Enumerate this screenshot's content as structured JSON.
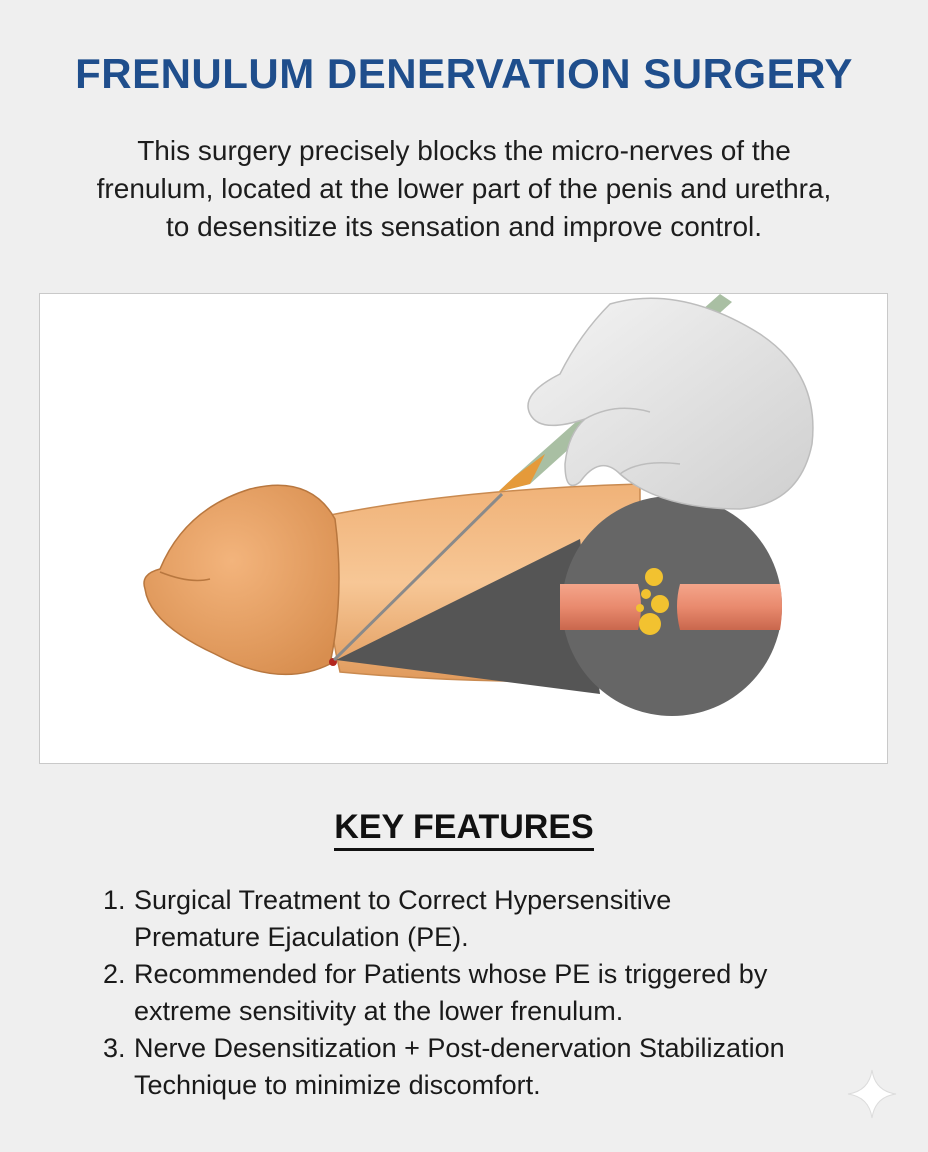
{
  "title": "FRENULUM DENERVATION SURGERY",
  "intro_lines": [
    "This surgery precisely blocks the micro-nerves of the",
    "frenulum, located at the lower part of the penis and urethra,",
    "to desensitize its sensation and improve control."
  ],
  "section_title": "KEY FEATURES",
  "features": [
    {
      "num": "1.",
      "lines": [
        "Surgical Treatment to Correct Hypersensitive",
        "Premature Ejaculation (PE)."
      ]
    },
    {
      "num": "2.",
      "lines": [
        "Recommended for Patients whose PE is triggered by",
        "extreme sensitivity at the lower frenulum."
      ]
    },
    {
      "num": "3.",
      "lines": [
        "Nerve Desensitization + Post-denervation Stabilization",
        "Technique to minimize discomfort."
      ]
    }
  ],
  "colors": {
    "title": "#1f4e8c",
    "skin": "#e8a868",
    "nerve": "#e98a6e",
    "magnifier": "#666666",
    "glove": "#e6e6e6",
    "instrument": "#a9bfa3"
  },
  "icons": [
    "sparkle-icon"
  ]
}
